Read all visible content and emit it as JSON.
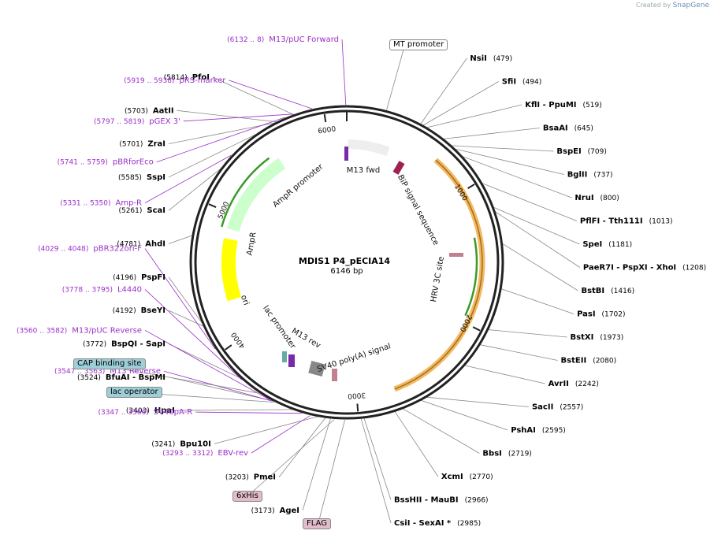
{
  "credit": {
    "prefix": "Created by",
    "brand": "SnapGene"
  },
  "plasmid": {
    "name": "MDIS1 P4_pECIA14",
    "length": "6146 bp",
    "total": 6146
  },
  "ticks": [
    "1000",
    "2000",
    "3000",
    "4000",
    "5000",
    "6000"
  ],
  "enzymes_right": [
    {
      "name": "NsiI",
      "pos": "(479)",
      "site": 479
    },
    {
      "name": "SfiI",
      "pos": "(494)",
      "site": 494
    },
    {
      "name": "KflI - PpuMI",
      "pos": "(519)",
      "site": 519
    },
    {
      "name": "BsaAI",
      "pos": "(645)",
      "site": 645
    },
    {
      "name": "BspEI",
      "pos": "(709)",
      "site": 709
    },
    {
      "name": "BglII",
      "pos": "(737)",
      "site": 737
    },
    {
      "name": "NruI",
      "pos": "(800)",
      "site": 800
    },
    {
      "name": "PflFI - Tth111I",
      "pos": "(1013)",
      "site": 1013
    },
    {
      "name": "SpeI",
      "pos": "(1181)",
      "site": 1181
    },
    {
      "name": "PaeR7I - PspXI - XhoI",
      "pos": "(1208)",
      "site": 1208
    },
    {
      "name": "BstBI",
      "pos": "(1416)",
      "site": 1416
    },
    {
      "name": "PasI",
      "pos": "(1702)",
      "site": 1702
    },
    {
      "name": "BstXI",
      "pos": "(1973)",
      "site": 1973
    },
    {
      "name": "BstEII",
      "pos": "(2080)",
      "site": 2080
    },
    {
      "name": "AvrII",
      "pos": "(2242)",
      "site": 2242
    },
    {
      "name": "SacII",
      "pos": "(2557)",
      "site": 2557
    },
    {
      "name": "PshAI",
      "pos": "(2595)",
      "site": 2595
    },
    {
      "name": "BbsI",
      "pos": "(2719)",
      "site": 2719
    },
    {
      "name": "XcmI",
      "pos": "(2770)",
      "site": 2770
    },
    {
      "name": "BssHII - MauBI",
      "pos": "(2966)",
      "site": 2966
    },
    {
      "name": "CsiI - SexAI *",
      "pos": "(2985)",
      "site": 2985
    }
  ],
  "enzymes_left": [
    {
      "name": "PfoI",
      "pos": "(5814)",
      "site": 5814
    },
    {
      "name": "AatII",
      "pos": "(5703)",
      "site": 5703
    },
    {
      "name": "ZraI",
      "pos": "(5701)",
      "site": 5701
    },
    {
      "name": "SspI",
      "pos": "(5585)",
      "site": 5585
    },
    {
      "name": "ScaI",
      "pos": "(5261)",
      "site": 5261
    },
    {
      "name": "AhdI",
      "pos": "(4781)",
      "site": 4781
    },
    {
      "name": "PspFI",
      "pos": "(4196)",
      "site": 4196
    },
    {
      "name": "BseYI",
      "pos": "(4192)",
      "site": 4192
    },
    {
      "name": "BspQI - SapI",
      "pos": "(3772)",
      "site": 3772
    },
    {
      "name": "BfuAI - BspMI",
      "pos": "(3524)",
      "site": 3524
    },
    {
      "name": "HpaI",
      "pos": "(3403)",
      "site": 3403
    },
    {
      "name": "Bpu10I",
      "pos": "(3241)",
      "site": 3241
    },
    {
      "name": "PmeI",
      "pos": "(3203)",
      "site": 3203
    },
    {
      "name": "AgeI",
      "pos": "(3173)",
      "site": 3173
    }
  ],
  "primers": [
    {
      "name": "M13/pUC Forward",
      "pos": "(6132 .. 8)",
      "site": 6140
    },
    {
      "name": "pRS-marker",
      "pos": "(5919 .. 5938)",
      "site": 5928
    },
    {
      "name": "pGEX 3'",
      "pos": "(5797 .. 5819)",
      "site": 5808
    },
    {
      "name": "pBRforEco",
      "pos": "(5741 .. 5759)",
      "site": 5750
    },
    {
      "name": "Amp-R",
      "pos": "(5331 .. 5350)",
      "site": 5340
    },
    {
      "name": "pBR322ori-F",
      "pos": "(4029 .. 4048)",
      "site": 4038
    },
    {
      "name": "L4440",
      "pos": "(3778 .. 3795)",
      "site": 3786
    },
    {
      "name": "M13/pUC Reverse",
      "pos": "(3560 .. 3582)",
      "site": 3571
    },
    {
      "name": "M13 Reverse",
      "pos": "(3547 .. 3563)",
      "site": 3555
    },
    {
      "name": "SV40pA-R",
      "pos": "(3347 .. 3366)",
      "site": 3356
    },
    {
      "name": "EBV-rev",
      "pos": "(3293 .. 3312)",
      "site": 3302
    }
  ],
  "boxed_features": [
    {
      "name": "MT promoter",
      "bg": "#ffffff",
      "site": 250
    },
    {
      "name": "CAP binding site",
      "bg": "#9ecfd8",
      "site": 3650
    },
    {
      "name": "lac operator",
      "bg": "#9ecfd8",
      "site": 3540
    },
    {
      "name": "6xHis",
      "bg": "#e2bccb",
      "site": 3150
    },
    {
      "name": "FLAG",
      "bg": "#e2bccb",
      "site": 3085
    }
  ],
  "inner_features": {
    "m13fwd": "M13 fwd",
    "bip": "BiP signal sequence",
    "hrv": "HRV 3C site",
    "sv40": "SV40 poly(A) signal",
    "m13rev": "M13 rev",
    "lacprom": "lac promoter",
    "ori": "ori",
    "ampr": "AmpR",
    "amprprom": "AmpR promoter"
  },
  "colors": {
    "ori": "#ffff00",
    "ampr": "#ccffcc",
    "orange": "#f4b860",
    "primer": "#9a2ec8",
    "green": "#3a9a2a"
  }
}
